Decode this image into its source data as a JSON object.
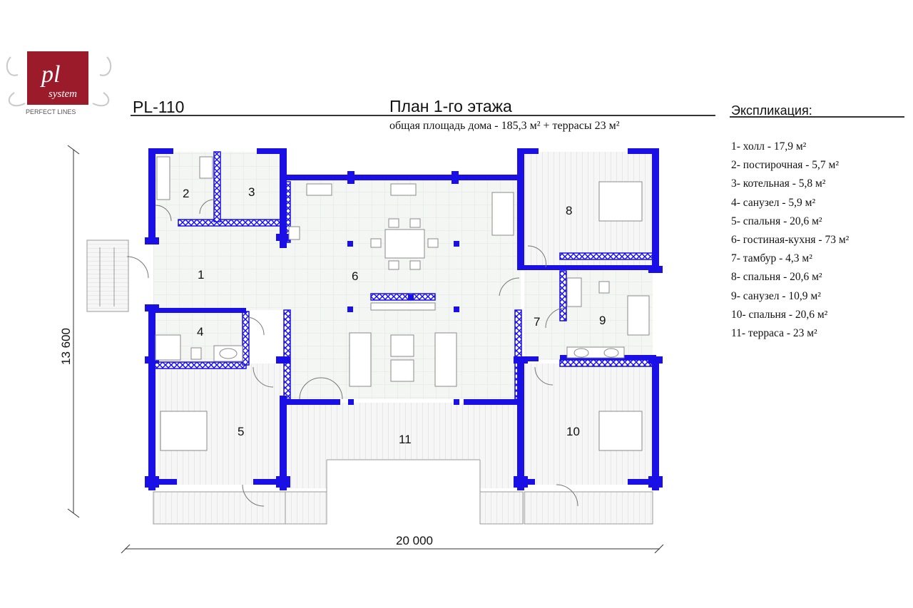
{
  "logo": {
    "monogram": "pl",
    "word": "system",
    "tagline": "PERFECT LINES",
    "color": "#9b1b2a"
  },
  "header": {
    "code": "PL-110",
    "title": "План 1-го этажа",
    "subtitle": "общая площадь дома - 185,3 м² + террасы 23 м²"
  },
  "legend": {
    "title": "Экспликация:",
    "items": [
      "1- холл - 17,9 м²",
      "2- постирочная - 5,7 м²",
      "3- котельная - 5,8 м²",
      "4- санузел - 5,9 м²",
      "5- спальня - 20,6 м²",
      "6- гостиная-кухня - 73 м²",
      "7- тамбур - 4,3 м²",
      "8- спальня - 20,6 м²",
      "9- санузел - 10,9 м²",
      "10- спальня - 20,6 м²",
      "11- терраса - 23 м²"
    ]
  },
  "rooms": [
    "1",
    "2",
    "3",
    "4",
    "5",
    "6",
    "7",
    "8",
    "9",
    "10",
    "11"
  ],
  "dimensions": {
    "width": "20 000",
    "depth": "13 600"
  },
  "colors": {
    "wall": "#1a10e6",
    "partition": "#1a10e6",
    "floor": "#f2f4f2",
    "tile": "#dfe6e2",
    "furniture": "#888888",
    "logo": "#9b1b2a"
  }
}
